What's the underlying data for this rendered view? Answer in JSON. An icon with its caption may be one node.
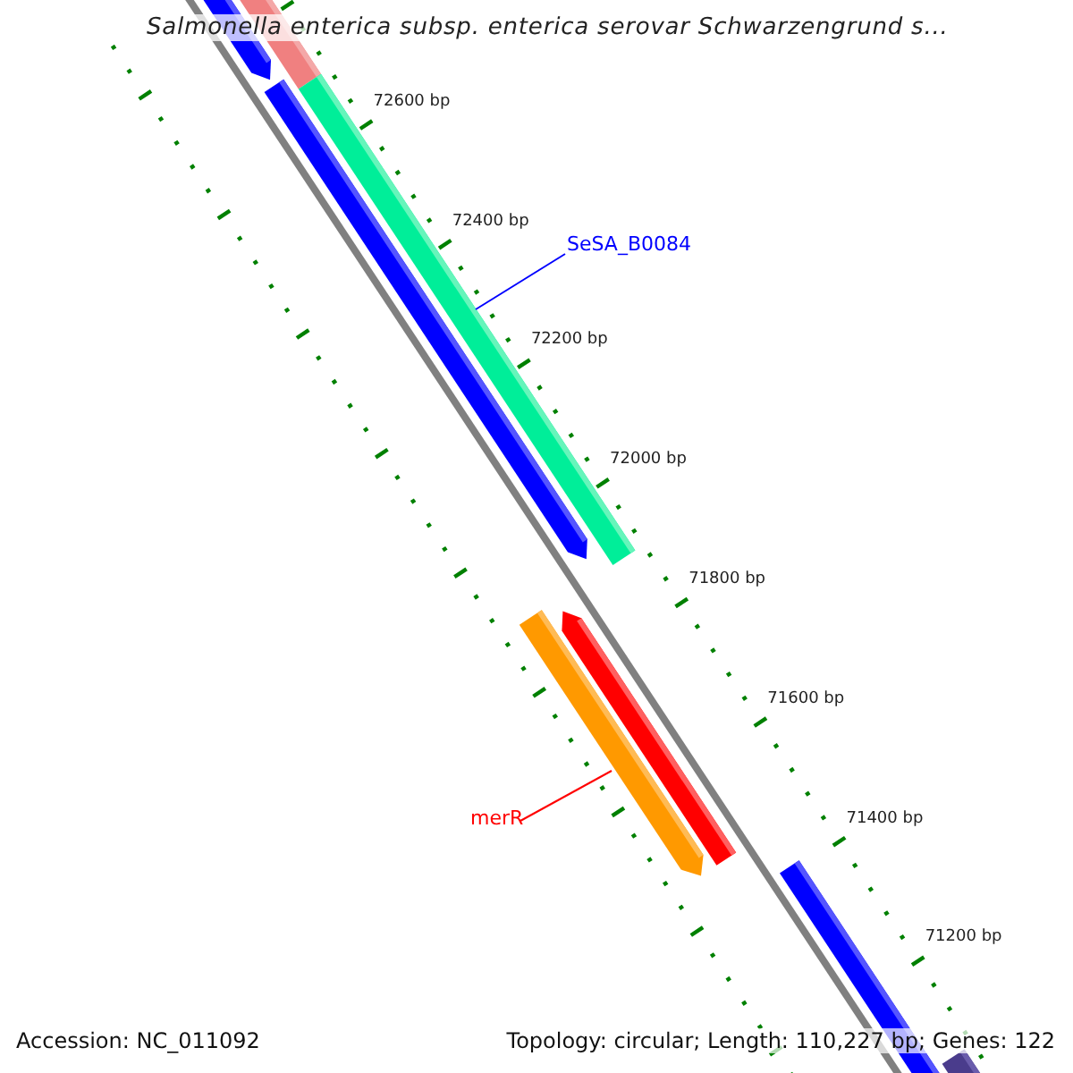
{
  "diagram": {
    "title": "Salmonella enterica subsp. enterica serovar Schwarzengrund s...",
    "nodes": [
      {
        "text": [
          "SeSA_B0084"
        ]
      },
      {
        "text": [],
        "shape": "bar"
      },
      {
        "text": [
          "merR"
        ]
      },
      {
        "text": [],
        "shape": "bar"
      }
    ],
    "edges": [
      {
        "from": 0,
        "to": 1,
        "arrow": "none",
        "color": "#0000ff"
      },
      {
        "from": 2,
        "to": 3,
        "arrow": "none",
        "color": "#ff0000"
      }
    ],
    "labels": [
      "72600 bp",
      "72400 bp",
      "72200 bp",
      "72000 bp",
      "71800 bp",
      "71600 bp",
      "71400 bp",
      "71200 bp",
      "Accession: NC_011092",
      "Topology: circular; Length: 110,227 bp; Genes: 122"
    ]
  }
}
